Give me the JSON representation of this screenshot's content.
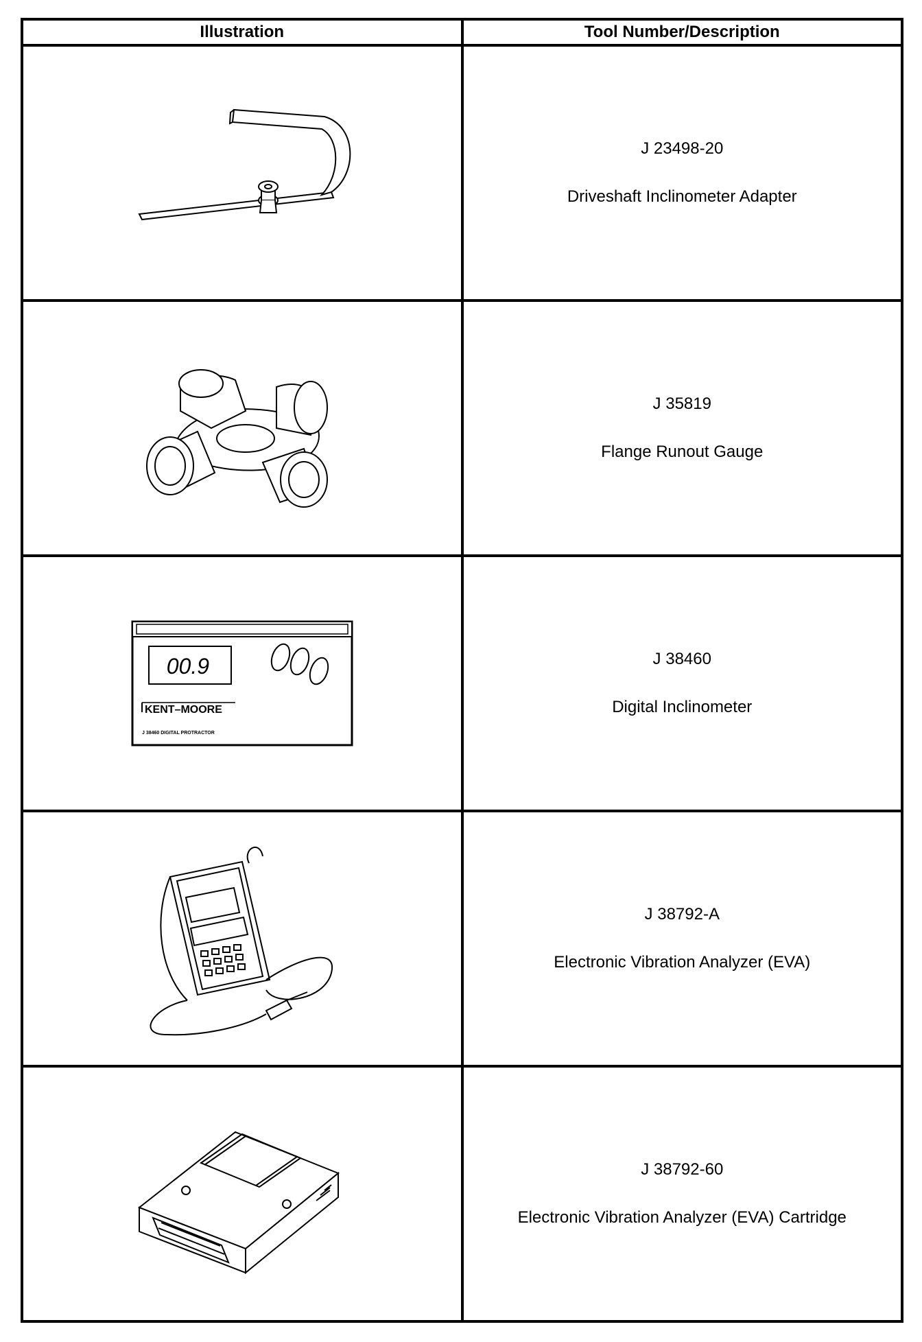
{
  "header": {
    "illustration": "Illustration",
    "tool": "Tool Number/Description"
  },
  "rows": [
    {
      "number": "J 23498-20",
      "description": "Driveshaft Inclinometer Adapter",
      "icon": "inclinometer-adapter-icon"
    },
    {
      "number": "J 35819",
      "description": "Flange Runout Gauge",
      "icon": "universal-joint-icon"
    },
    {
      "number": "J 38460",
      "description": "Digital Inclinometer",
      "icon": "digital-protractor-icon",
      "device": {
        "display": "00.9",
        "brand": "KENT–MOORE",
        "model": "J 38460 DIGITAL PROTRACTOR"
      }
    },
    {
      "number": "J 38792-A",
      "description": "Electronic Vibration Analyzer (EVA)",
      "icon": "vibration-analyzer-icon"
    },
    {
      "number": "J 38792-60",
      "description": "Electronic Vibration Analyzer (EVA) Cartridge",
      "icon": "eva-cartridge-icon"
    }
  ]
}
